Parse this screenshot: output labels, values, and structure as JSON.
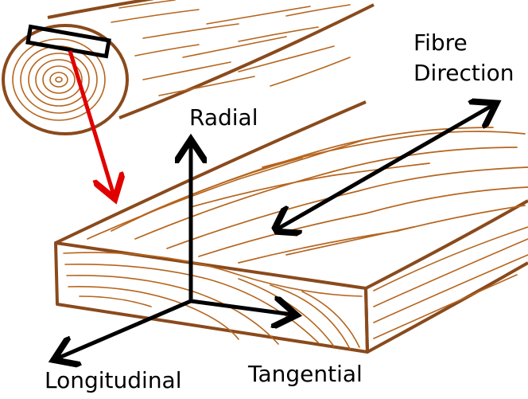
{
  "labels": {
    "fibre_line1": "Fibre",
    "fibre_line2": "Direction",
    "radial": "Radial",
    "longitudinal": "Longitudinal",
    "tangential": "Tangential"
  },
  "colors": {
    "wood": "#8a4a1c",
    "grain": "#b5651d",
    "axis": "#000000",
    "cut_arrow": "#e00000",
    "background": "#ffffff"
  },
  "icons": {
    "log": "log-cross-section-icon",
    "board": "wood-board-icon"
  }
}
